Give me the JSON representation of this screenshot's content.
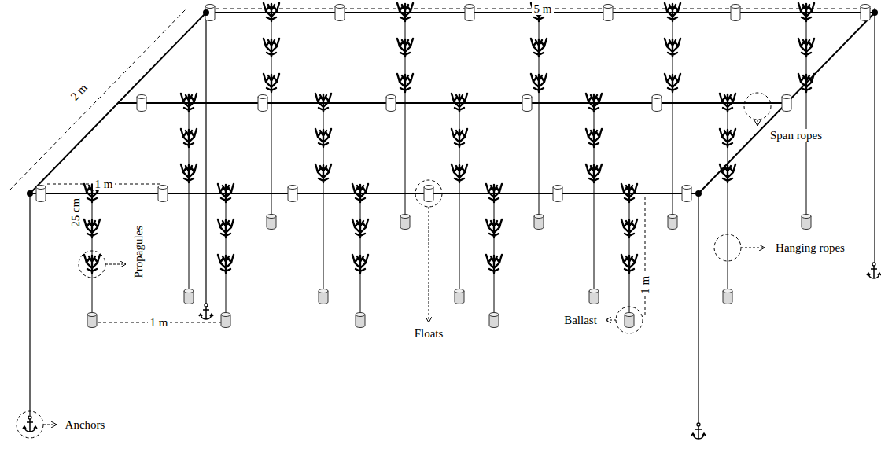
{
  "diagram": {
    "labels": [
      "5 m",
      "2 m",
      "1 m",
      "25 cm",
      "Propagules",
      "1 m",
      "Floats",
      "Span ropes",
      "Hanging ropes",
      "1 m",
      "Ballast",
      "Anchors"
    ]
  }
}
